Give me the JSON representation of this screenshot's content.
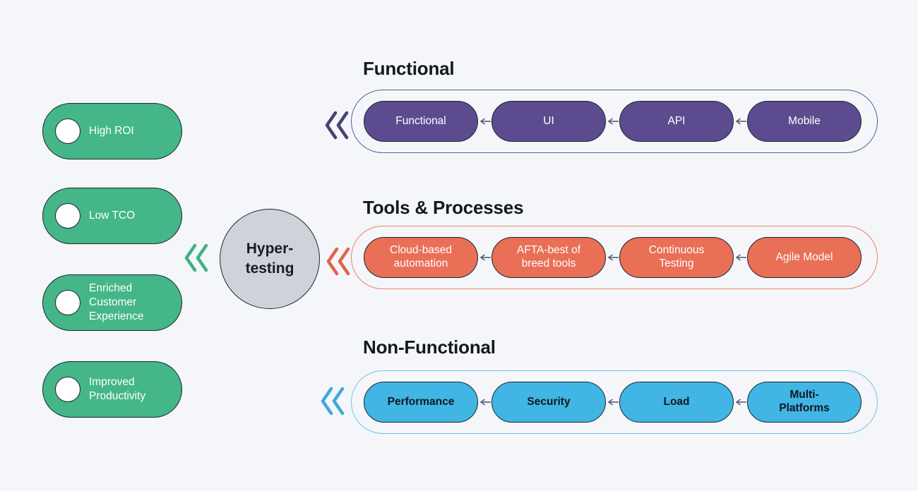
{
  "canvas": {
    "background": "#f4f6f9"
  },
  "hub": {
    "label": "Hyper-\ntesting",
    "fill": "#ced3da"
  },
  "benefits": {
    "pill_color": "#44b687",
    "chevron_color": "#41b183",
    "chevron_icon": "double-chevron-left",
    "items": [
      "High ROI",
      "Low TCO",
      "Enriched\nCustomer\nExperience",
      "Improved\nProductivity"
    ]
  },
  "rows": {
    "functional": {
      "title": "Functional",
      "pill_color": "#5d4b8f",
      "outline_color": "#5d5f9a",
      "chevron_color": "#474272",
      "text_color": "#ffffff",
      "pills": [
        "Functional",
        "UI",
        "API",
        "Mobile"
      ]
    },
    "tools": {
      "title": "Tools & Processes",
      "pill_color": "#e96f57",
      "outline_color": "#e9826c",
      "chevron_color": "#e0654e",
      "text_color": "#ffffff",
      "pills": [
        "Cloud-based\nautomation",
        "AFTA-best of\nbreed tools",
        "Continuous\nTesting",
        "Agile Model"
      ]
    },
    "nonfunctional": {
      "title": "Non-Functional",
      "pill_color": "#41b5e3",
      "outline_color": "#74c4e8",
      "chevron_color": "#3fa9dd",
      "text_color": "#10181f",
      "pills": [
        "Performance",
        "Security",
        "Load",
        "Multi-\nPlatforms"
      ]
    }
  }
}
